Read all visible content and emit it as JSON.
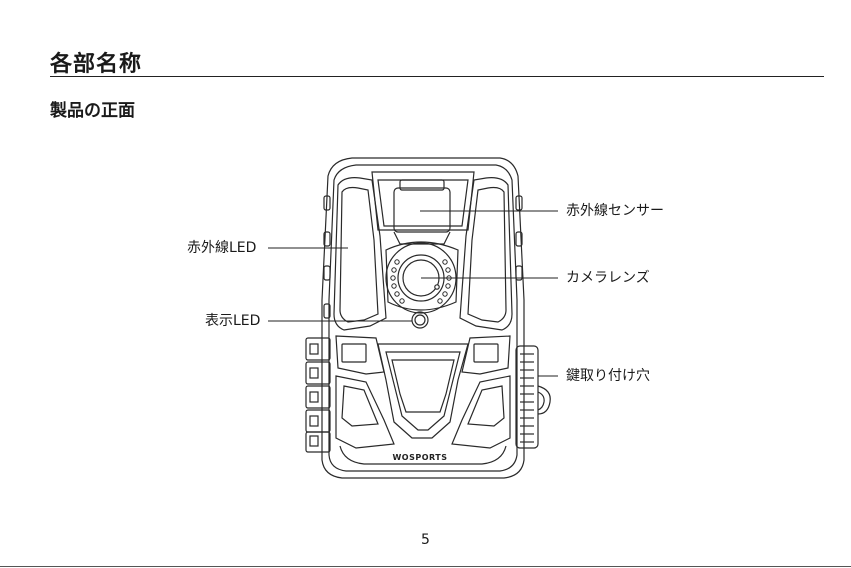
{
  "page": {
    "title": "各部名称",
    "section": "製品の正面",
    "number": "5"
  },
  "device": {
    "brand": "WOSPORTS"
  },
  "callouts": {
    "ir_sensor": "赤外線センサー",
    "ir_led": "赤外線LED",
    "camera_lens": "カメラレンズ",
    "indicator_led": "表示LED",
    "lock_hole": "鍵取り付け穴"
  }
}
